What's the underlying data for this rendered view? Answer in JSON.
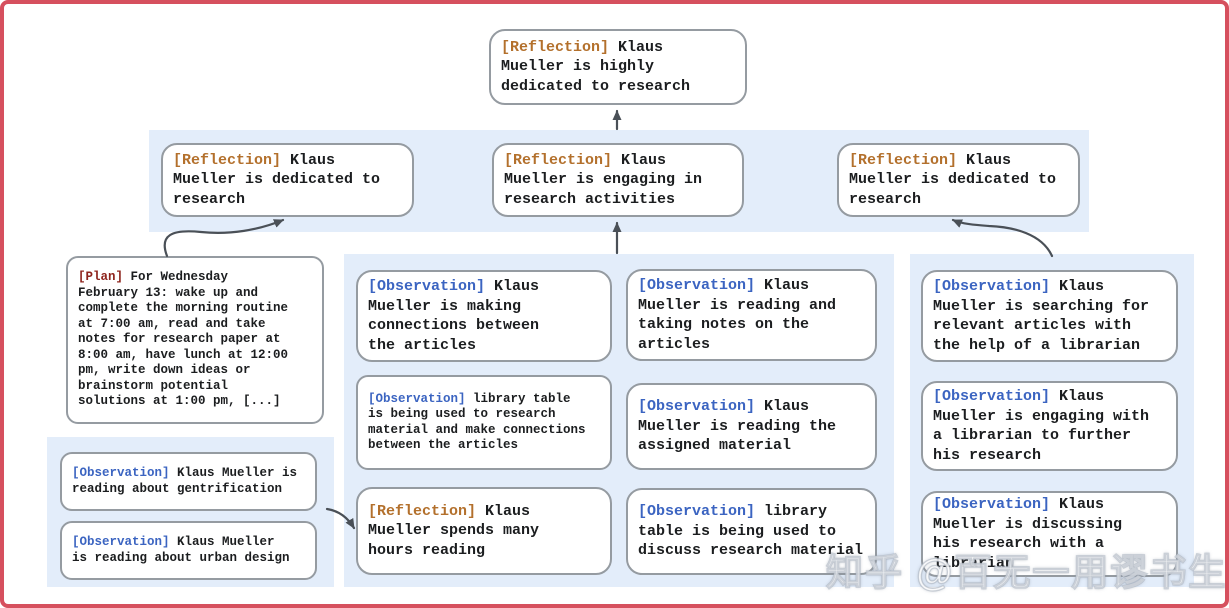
{
  "colors": {
    "frame_border": "#d6505e",
    "panel_background": "#e3edfa",
    "node_background": "#ffffff",
    "node_border": "#959ba1",
    "reflection_tag": "#b3702c",
    "plan_tag": "#8e241d",
    "observation_tag": "#3b64c1",
    "body_text": "#1b1d1f",
    "arrow": "#4a5057"
  },
  "diagram": {
    "root": {
      "tag": "[Reflection]",
      "text": "Klaus\nMueller is highly\ndedicated to research"
    },
    "row2": [
      {
        "tag": "[Reflection]",
        "text": "Klaus\nMueller is dedicated to\nresearch"
      },
      {
        "tag": "[Reflection]",
        "text": "Klaus\nMueller is engaging in\nresearch activities"
      },
      {
        "tag": "[Reflection]",
        "text": "Klaus\nMueller is dedicated to\nresearch"
      }
    ],
    "plan": {
      "tag": "[Plan]",
      "text": "For Wednesday\nFebruary 13: wake up and\ncomplete the morning routine\nat 7:00 am, read and take\nnotes for research paper at\n8:00 am, have lunch at 12:00\npm, write down ideas or\nbrainstorm potential\nsolutions at 1:00 pm, [...]"
    },
    "left_observations": [
      {
        "tag": "[Observation]",
        "text": "Klaus Mueller is\nreading about gentrification"
      },
      {
        "tag": "[Observation]",
        "text": "Klaus Mueller\nis reading about urban design"
      }
    ],
    "middle_col1": [
      {
        "tag": "[Observation]",
        "text": "Klaus\nMueller is making\nconnections between\nthe articles"
      },
      {
        "tag": "[Observation]",
        "text": "library table\nis being used to research\nmaterial and make connections\nbetween the articles"
      },
      {
        "tag": "[Reflection]",
        "text": "Klaus\nMueller spends many\nhours reading"
      }
    ],
    "middle_col2": [
      {
        "tag": "[Observation]",
        "text": "Klaus\nMueller is reading and\ntaking notes on the\narticles"
      },
      {
        "tag": "[Observation]",
        "text": "Klaus\nMueller is reading the\nassigned material"
      },
      {
        "tag": "[Observation]",
        "text": "library\ntable is being used to\ndiscuss research material"
      }
    ],
    "right_col": [
      {
        "tag": "[Observation]",
        "text": "Klaus\nMueller is searching for\nrelevant articles with\nthe help of a librarian"
      },
      {
        "tag": "[Observation]",
        "text": "Klaus\nMueller is engaging with\na librarian to further\nhis research"
      },
      {
        "tag": "[Observation]",
        "text": "Klaus\nMueller is discussing\nhis research with a\nlibrarian"
      }
    ]
  },
  "watermark": {
    "text": "知乎 @百无一用谬书生"
  }
}
